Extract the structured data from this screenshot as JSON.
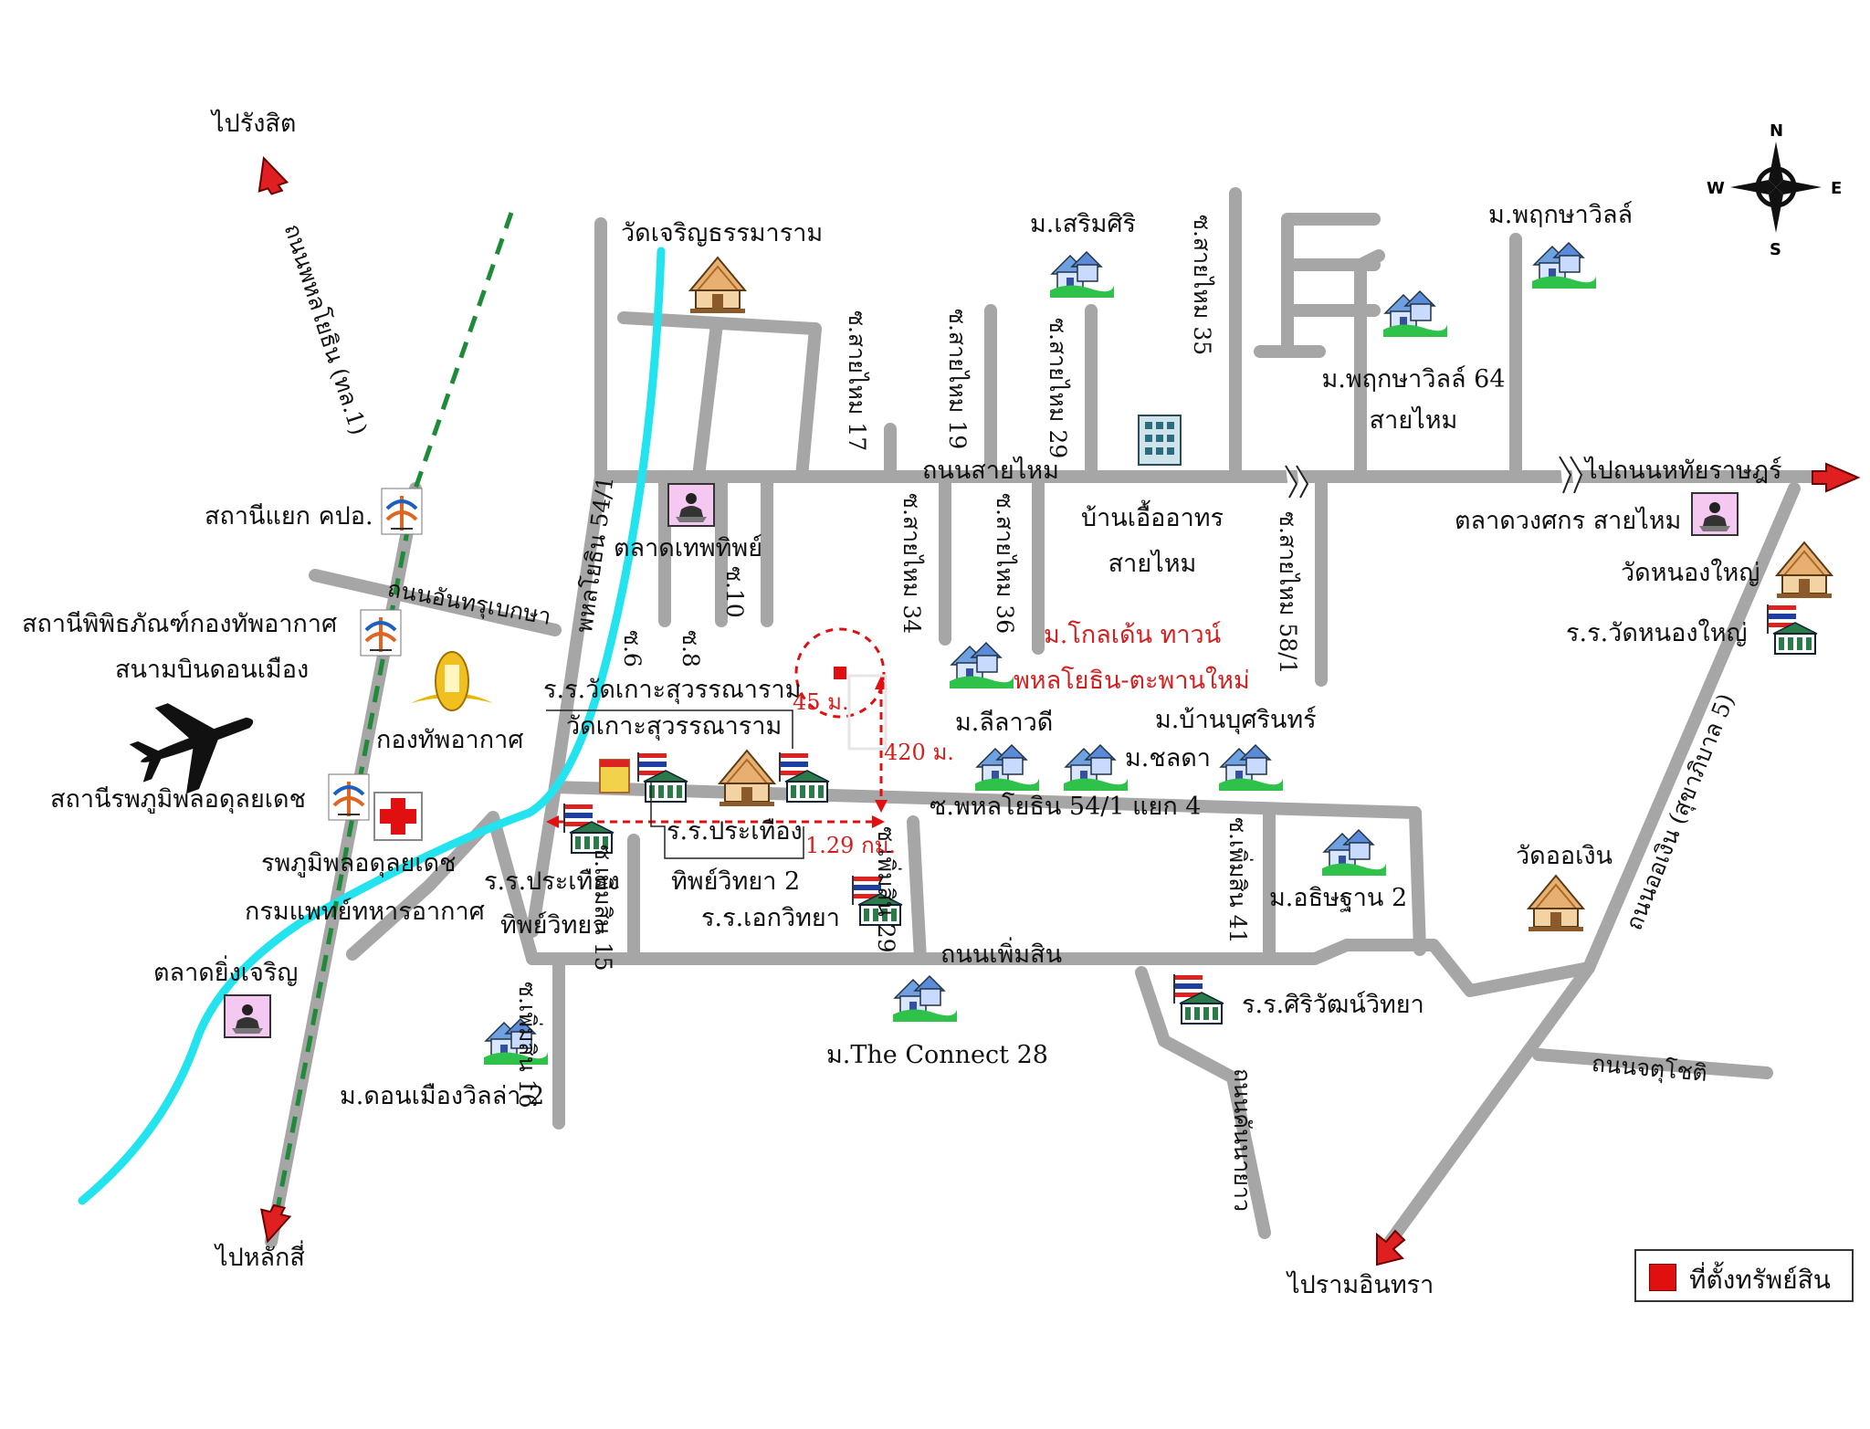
{
  "directions": {
    "to_rangsit": "ไปรังสิต",
    "to_lak_si": "ไปหลักสี่",
    "to_hathai": "ไปถนนหทัยราษฎร์",
    "to_ram_inthra": "ไปรามอินทรา"
  },
  "roads": {
    "phahon_main": "ถนนพหลโยธิน (ทล.1)",
    "sai_mai": "ถนนสายไหม",
    "anusorn": "ถนนอันทรุเบกษา",
    "phermsin": "ถนนเพิ่มสิน",
    "chotchit": "ถนนจตุโชติ",
    "oen": "ถนนออเงิน (สุขาภิบาล 5)",
    "kanchana": "ถนนคันนายาว",
    "phahon_541": "พหลโยธิน 54/1",
    "soi_541_4": "ซ.พหลโยธิน 54/1 แยก 4",
    "soi_6": "ซ.6",
    "soi_8": "ซ.8",
    "soi_10": "ซ.10",
    "saimai_17": "ซ.สายไหม 17",
    "saimai_19": "ซ.สายไหม 19",
    "saimai_29": "ซ.สายไหม 29",
    "saimai_35": "ซ.สายไหม 35",
    "saimai_34": "ซ.สายไหม 34",
    "saimai_36": "ซ.สายไหม 36",
    "saimai_58": "ซ.สายไหม 58/1",
    "phermsin_15": "ซ.เพิ่มสิน 15",
    "phermsin_29": "ซ.เพิ่มสิน 29",
    "phermsin_16": "ซ.เพิ่มสิน 16",
    "phermsin_41": "ซ.เพิ่มสิน 41"
  },
  "places": {
    "wat_charoen": "วัดเจริญธรรมาราม",
    "m_sermsiri": "ม.เสริมศิริ",
    "m_pruksa": "ม.พฤกษาวิลล์",
    "m_pruksa64_l1": "ม.พฤกษาวิลล์ 64",
    "m_pruksa64_l2": "สายไหม",
    "baan_euea_l1": "บ้านเอื้ออาทร",
    "baan_euea_l2": "สายไหม",
    "market_thep": "ตลาดเทพทิพย์",
    "market_duang": "ตลาดวงศกร สายไหม",
    "wat_nongyai": "วัดหนองใหญ่",
    "school_nongyai": "ร.ร.วัดหนองใหญ่",
    "golden_l1": "ม.โกลเด้น ทาวน์",
    "golden_l2": "พหลโยธิน-ตะพานใหม่",
    "lilawadee": "ม.ลีลาวดี",
    "baan_buarin": "ม.บ้านบุศรินทร์",
    "chonlada": "ม.ชลดา",
    "station_kpo": "สถานีแยก คปอ.",
    "station_museum": "สถานีพิพิธภัณฑ์กองทัพอากาศ",
    "airport": "สนามบินดอนเมือง",
    "air_force": "กองทัพอากาศ",
    "station_hosp": "สถานีรพภูมิพลอดุลยเดช",
    "hosp_l1": "รพภูมิพลอดุลยเดช",
    "hosp_l2": "กรมแพทย์ทหารอากาศ",
    "market_ying": "ตลาดยิ่งเจริญ",
    "school_wat_ko_l1": "ร.ร.วัดเกาะสุวรรณาราม",
    "school_wat_ko_l2": "วัดเกาะสุวรรณาราม",
    "school_prathuang_box_l1": "ร.ร.ประเทือง",
    "school_prathuang_box_l2": "ทิพย์วิทยา 2",
    "school_prathuang_l1": "ร.ร.ประเทือง",
    "school_prathuang_l2": "ทิพย์วิทยา",
    "school_ekawit": "ร.ร.เอกวิทยา",
    "m_athitan": "ม.อธิษฐาน 2",
    "wat_oen": "วัดออเงิน",
    "school_siriwat": "ร.ร.ศิริวัฒน์วิทยา",
    "connect28": "ม.The Connect 28",
    "don_mueang_villa": "ม.ดอนเมืองวิลล่า 2"
  },
  "distances": {
    "d45": "45 ม.",
    "d420": "420 ม.",
    "d129": "1.29 กม."
  },
  "compass": {
    "n": "N",
    "s": "S",
    "e": "E",
    "w": "W"
  },
  "legend": {
    "label": "ที่ตั้งทรัพย์สิน",
    "color": "#e01010"
  },
  "colors": {
    "road": "#a6a6a6",
    "canal": "#22e3ee",
    "rail": "#1f8a3a",
    "marker": "#e01010"
  }
}
